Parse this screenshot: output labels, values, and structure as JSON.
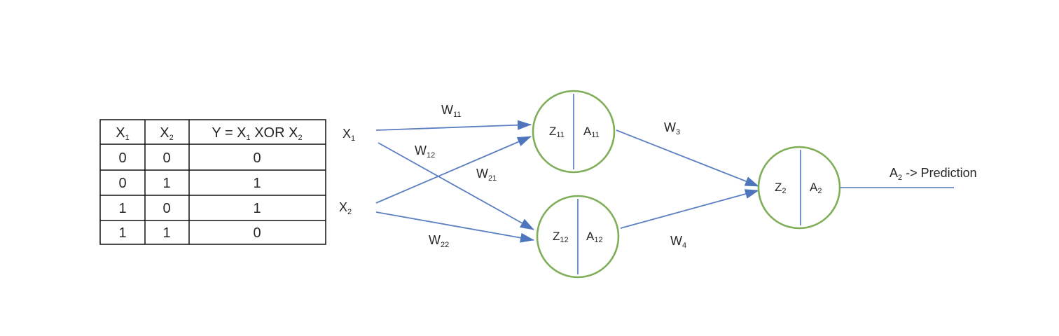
{
  "table": {
    "headers": [
      {
        "base": "X",
        "sub": "1"
      },
      {
        "base": "X",
        "sub": "2"
      },
      {
        "parts": [
          [
            "Y = X",
            "1"
          ],
          [
            " XOR X",
            "2"
          ]
        ]
      }
    ],
    "rows": [
      [
        "0",
        "0",
        "0"
      ],
      [
        "0",
        "1",
        "1"
      ],
      [
        "1",
        "0",
        "1"
      ],
      [
        "1",
        "1",
        "0"
      ]
    ]
  },
  "inputs": {
    "x1": {
      "base": "X",
      "sub": "1"
    },
    "x2": {
      "base": "X",
      "sub": "2"
    }
  },
  "weights": {
    "w11": {
      "base": "W",
      "sub": "11"
    },
    "w12": {
      "base": "W",
      "sub": "12"
    },
    "w21": {
      "base": "W",
      "sub": "21"
    },
    "w22": {
      "base": "W",
      "sub": "22"
    },
    "w3": {
      "base": "W",
      "sub": "3"
    },
    "w4": {
      "base": "W",
      "sub": "4"
    }
  },
  "nodes": {
    "h1": {
      "z": {
        "base": "Z",
        "sub": "11"
      },
      "a": {
        "base": "A",
        "sub": "11"
      }
    },
    "h2": {
      "z": {
        "base": "Z",
        "sub": "12"
      },
      "a": {
        "base": "A",
        "sub": "12"
      }
    },
    "out": {
      "z": {
        "base": "Z",
        "sub": "2"
      },
      "a": {
        "base": "A",
        "sub": "2"
      }
    }
  },
  "output": {
    "base": "A",
    "sub": "2",
    "suffix": " -> Prediction"
  },
  "colors": {
    "arrow": "#5b7fc2",
    "node_border": "#7fae58",
    "line": "#111111"
  }
}
